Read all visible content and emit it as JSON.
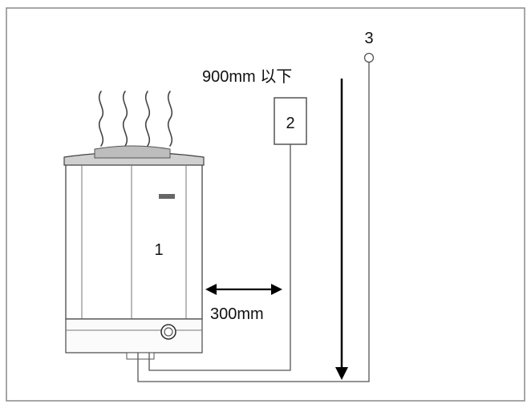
{
  "diagram": {
    "labels": {
      "heater": "1",
      "control_unit": "2",
      "sensor": "3",
      "max_height": "900mm 以下",
      "clearance": "300mm"
    },
    "icons": {
      "heater": "sauna-heater-icon",
      "steam": "steam-waves-icon",
      "control_unit": "control-box-icon",
      "sensor": "sensor-ring-icon"
    },
    "colors": {
      "stroke": "#333333",
      "arrow": "#000000",
      "frame": "#8a8a8a"
    }
  }
}
